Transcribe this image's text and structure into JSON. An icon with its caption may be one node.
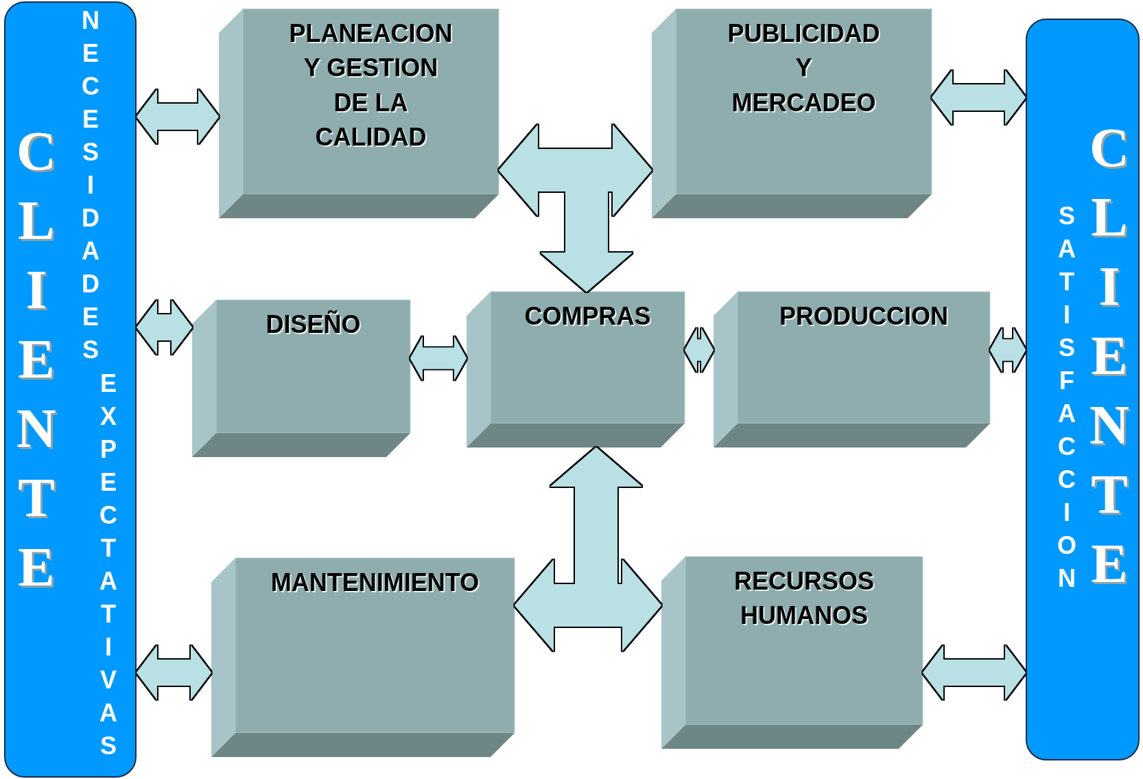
{
  "diagram": {
    "nodes": [
      {
        "text": [
          "CLIENTE",
          "NECESIDADES",
          "EXPECTATIVAS"
        ]
      },
      {
        "text": [
          "PLANEACION Y GESTION DE LA CALIDAD"
        ]
      },
      {
        "text": [
          "PUBLICIDAD Y MERCADEO"
        ]
      },
      {
        "text": [
          "SATISFACCION",
          "CLIENTE"
        ]
      },
      {
        "text": [
          "DISEÑO"
        ]
      },
      {
        "text": [
          "COMPRAS"
        ]
      },
      {
        "text": [
          "PRODUCCION"
        ]
      },
      {
        "text": [
          "MANTENIMIENTO"
        ]
      },
      {
        "text": [
          "RECURSOS HUMANOS"
        ]
      }
    ],
    "edges": [
      {
        "from": 0,
        "to": 1,
        "arrow": "both"
      },
      {
        "from": 1,
        "to": 5,
        "arrow": "both"
      },
      {
        "from": 2,
        "to": 5,
        "arrow": "both"
      },
      {
        "from": 2,
        "to": 3,
        "arrow": "both"
      },
      {
        "from": 0,
        "to": 4,
        "arrow": "both"
      },
      {
        "from": 4,
        "to": 5,
        "arrow": "both"
      },
      {
        "from": 5,
        "to": 6,
        "arrow": "both"
      },
      {
        "from": 6,
        "to": 3,
        "arrow": "both"
      },
      {
        "from": 0,
        "to": 7,
        "arrow": "both"
      },
      {
        "from": 7,
        "to": 5,
        "arrow": "both"
      },
      {
        "from": 8,
        "to": 5,
        "arrow": "both"
      },
      {
        "from": 8,
        "to": 3,
        "arrow": "both"
      }
    ]
  }
}
